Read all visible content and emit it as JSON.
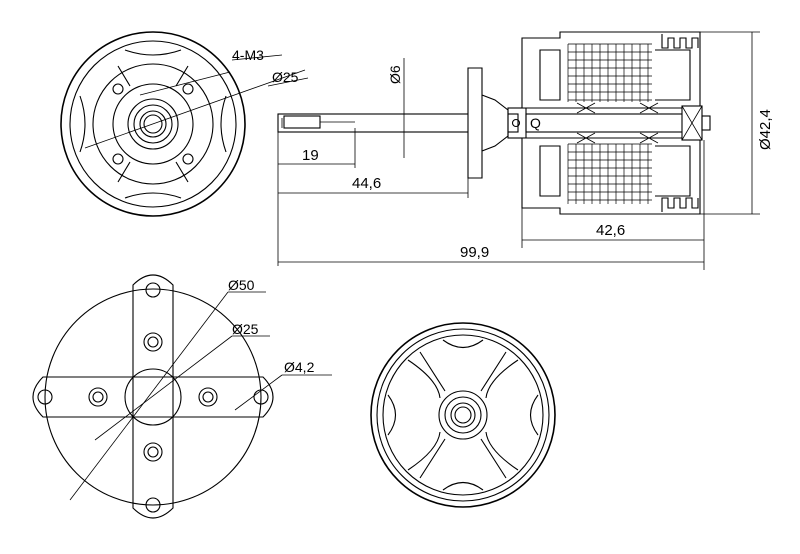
{
  "drawing": {
    "front_view_labels": {
      "thread_note": "4-M3",
      "bolt_circle": "Ø25"
    },
    "side_view_labels": {
      "shaft_diameter": "Ø6",
      "shaft_flat_length": "19",
      "shaft_to_mount": "44,6",
      "overall_length": "99,9",
      "body_length": "42,6",
      "body_diameter": "Ø42,4"
    },
    "mount_view_labels": {
      "outer_diameter": "Ø50",
      "hole_circle": "Ø25",
      "hole_diameter": "Ø4,2"
    }
  }
}
